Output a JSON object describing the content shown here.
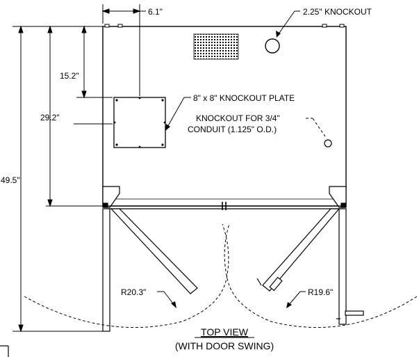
{
  "dimensions": {
    "left_offset": "6.1\"",
    "plate_height_offset": "15.2\"",
    "plate_bottom_offset": "29.2\"",
    "total_depth": "49.5\""
  },
  "callouts": {
    "knockout_round": "2.25\" KNOCKOUT",
    "knockout_plate": "8\" x 8\" KNOCKOUT PLATE",
    "conduit_line1": "KNOCKOUT FOR 3/4\"",
    "conduit_line2": "CONDUIT (1.125\" O.D.)",
    "radius_left": "R20.3\"",
    "radius_right": "R19.6\""
  },
  "title": {
    "line1": "TOP VIEW",
    "line2": "(WITH DOOR SWING)"
  }
}
